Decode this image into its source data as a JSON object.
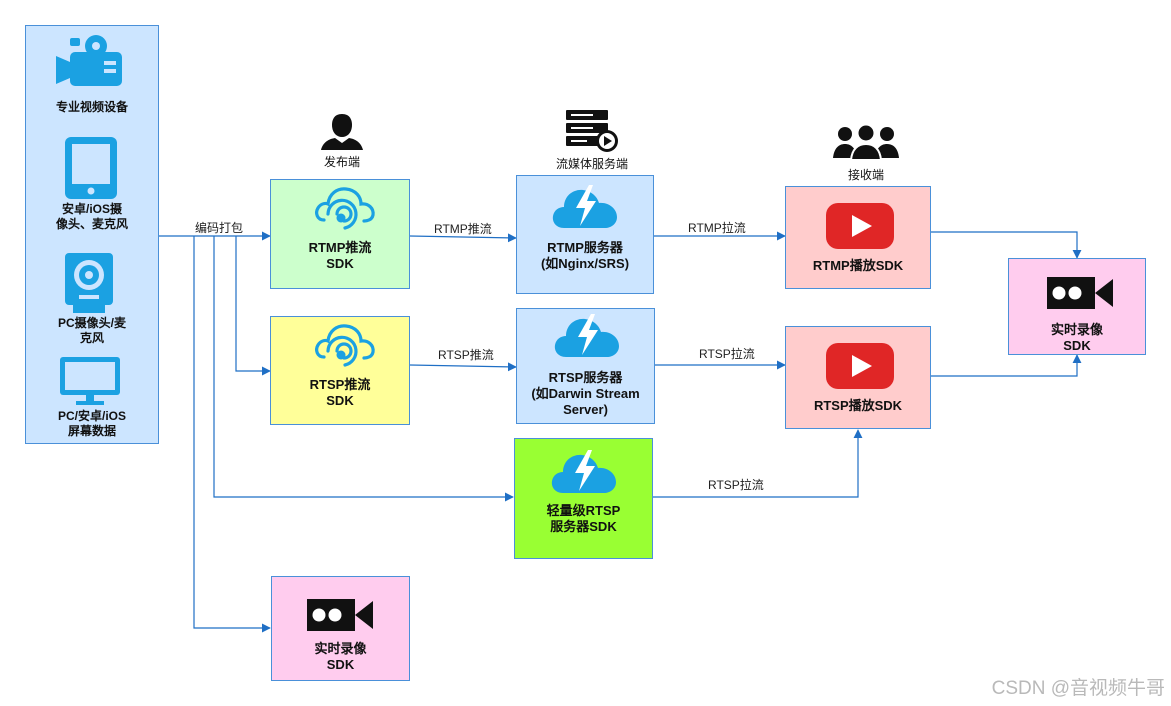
{
  "sources": {
    "pro_device": "专业视频设备",
    "mobile": "安卓/iOS摄\n像头、麦克风",
    "pc_cam": "PC摄像头/麦\n克风",
    "screen": "PC/安卓/iOS\n屏幕数据"
  },
  "section_labels": {
    "publisher": "发布端",
    "media_server": "流媒体服务端",
    "receiver": "接收端"
  },
  "nodes": {
    "rtmp_push": "RTMP推流\nSDK",
    "rtsp_push": "RTSP推流\nSDK",
    "rtmp_server": "RTMP服务器\n(如Nginx/SRS)",
    "rtsp_server": "RTSP服务器\n(如Darwin Stream\nServer)",
    "light_rtsp": "轻量级RTSP\n服务器SDK",
    "rtmp_player": "RTMP播放SDK",
    "rtsp_player": "RTSP播放SDK",
    "record_right": "实时录像\nSDK",
    "record_bottom": "实时录像\nSDK"
  },
  "edges": {
    "encode": "编码打包",
    "rtmp_push": "RTMP推流",
    "rtsp_push": "RTSP推流",
    "rtmp_pull": "RTMP拉流",
    "rtsp_pull_1": "RTSP拉流",
    "rtsp_pull_2": "RTSP拉流"
  },
  "colors": {
    "source_panel": "#cce5ff",
    "push_rtmp": "#ccffcc",
    "push_rtsp": "#ffff99",
    "server": "#cce5ff",
    "light_server": "#99ff33",
    "player": "#ffcccc",
    "record": "#ffccee",
    "icon_blue": "#1ba1e2",
    "youtube_red": "#e02626",
    "arrow": "#1f6fc5"
  },
  "watermark": "CSDN @音视频牛哥"
}
